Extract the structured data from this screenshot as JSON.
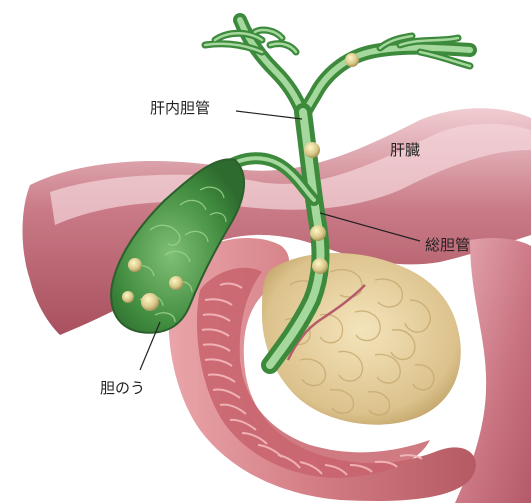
{
  "labels": {
    "intrahepatic_duct": "肝内胆管",
    "liver": "肝臓",
    "common_bile_duct": "総胆管",
    "gallbladder": "胆のう"
  },
  "colors": {
    "liver": "#c2707d",
    "liver_highlight": "#eac0c6",
    "intestine": "#d98a8f",
    "intestine_inner": "#c25f66",
    "pancreas": "#e7d2a2",
    "pancreas_shade": "#cdb27a",
    "bile_green": "#3f8f3f",
    "bile_light": "#8cc98c",
    "stone": "#d8c98a"
  }
}
